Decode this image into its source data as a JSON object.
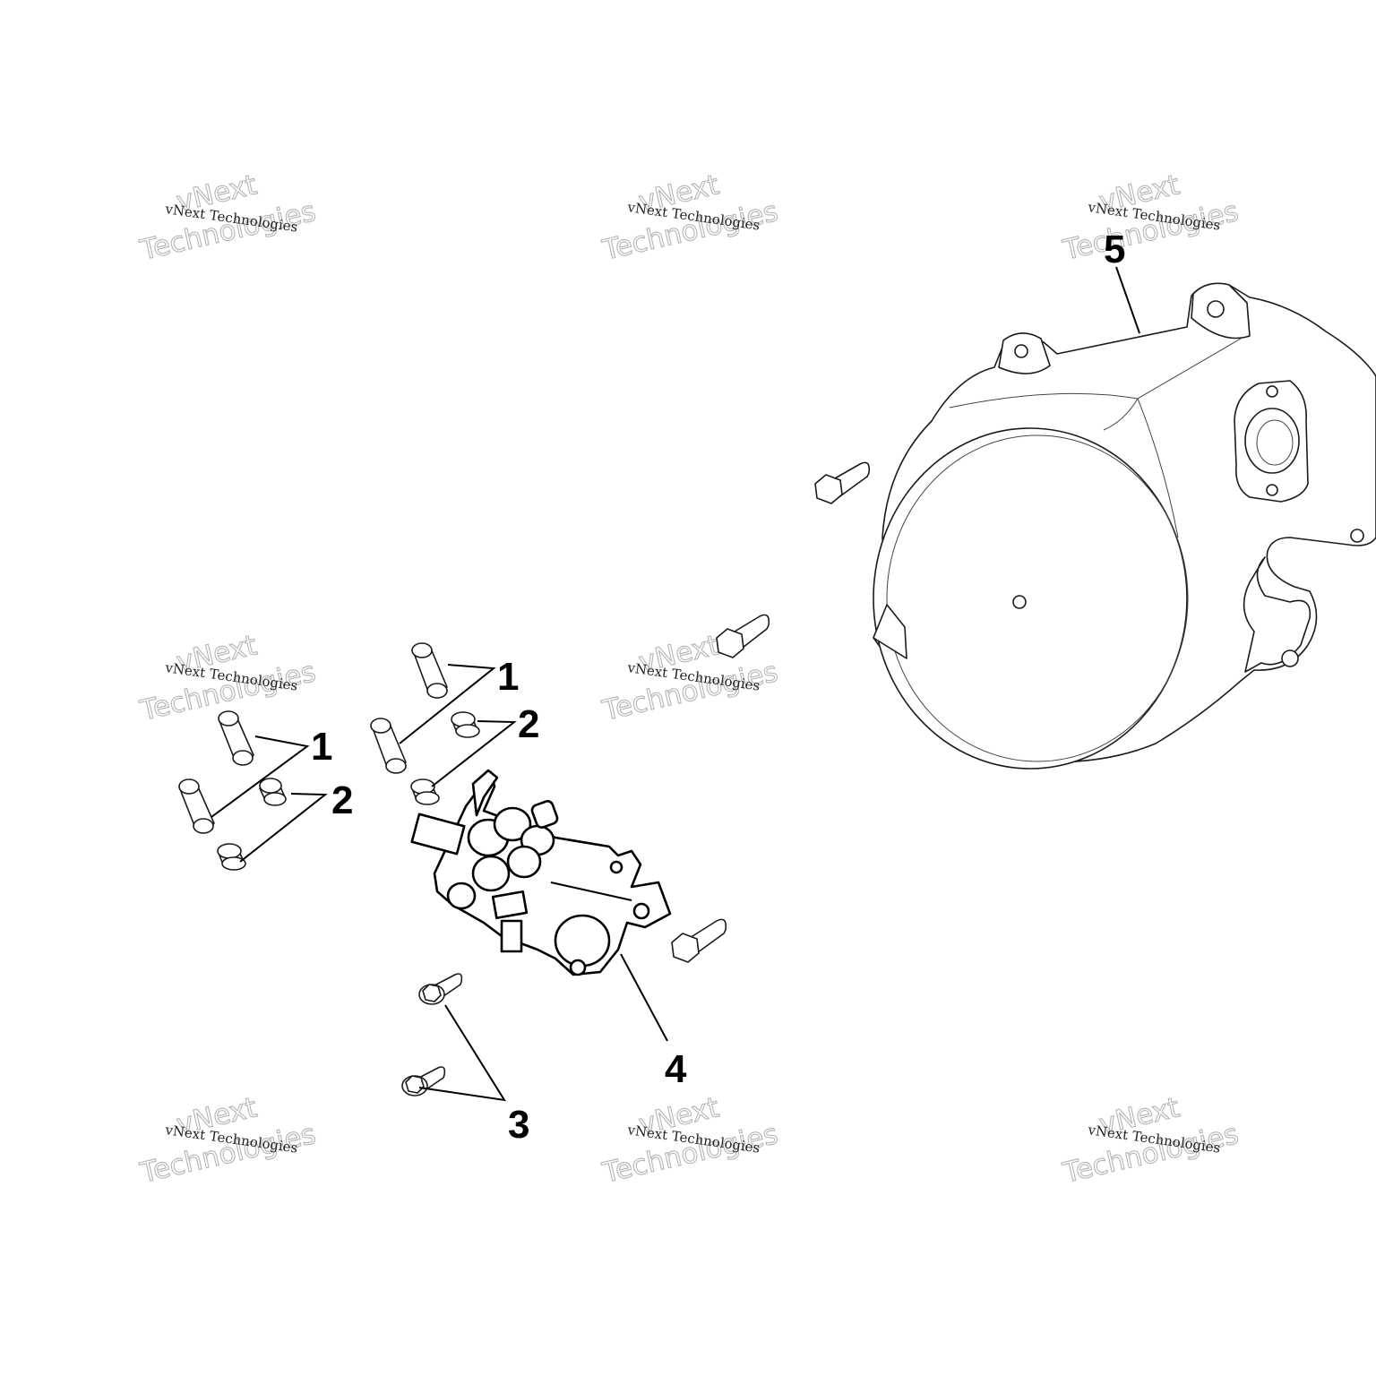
{
  "watermark": {
    "line_small": "vNext Technologies",
    "line_large_1": "vNext",
    "line_large_2": "Technologies"
  },
  "callouts": {
    "c1_left": "1",
    "c2_left": "2",
    "c1_mid": "1",
    "c2_mid": "2",
    "c3": "3",
    "c4": "4",
    "c5": "5"
  }
}
